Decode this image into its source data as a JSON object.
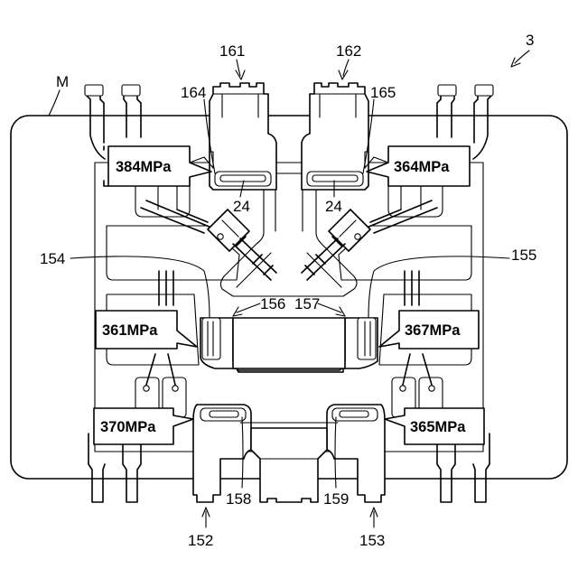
{
  "figure_number": "3",
  "mold_label": "M",
  "references": {
    "r161": "161",
    "r162": "162",
    "r164": "164",
    "r165": "165",
    "r24a": "24",
    "r24b": "24",
    "r154": "154",
    "r155": "155",
    "r156": "156",
    "r157": "157",
    "r158": "158",
    "r159": "159",
    "r152": "152",
    "r153": "153"
  },
  "callouts": {
    "c384": "384MPa",
    "c364": "364MPa",
    "c361": "361MPa",
    "c367": "367MPa",
    "c370": "370MPa",
    "c365": "365MPa"
  }
}
